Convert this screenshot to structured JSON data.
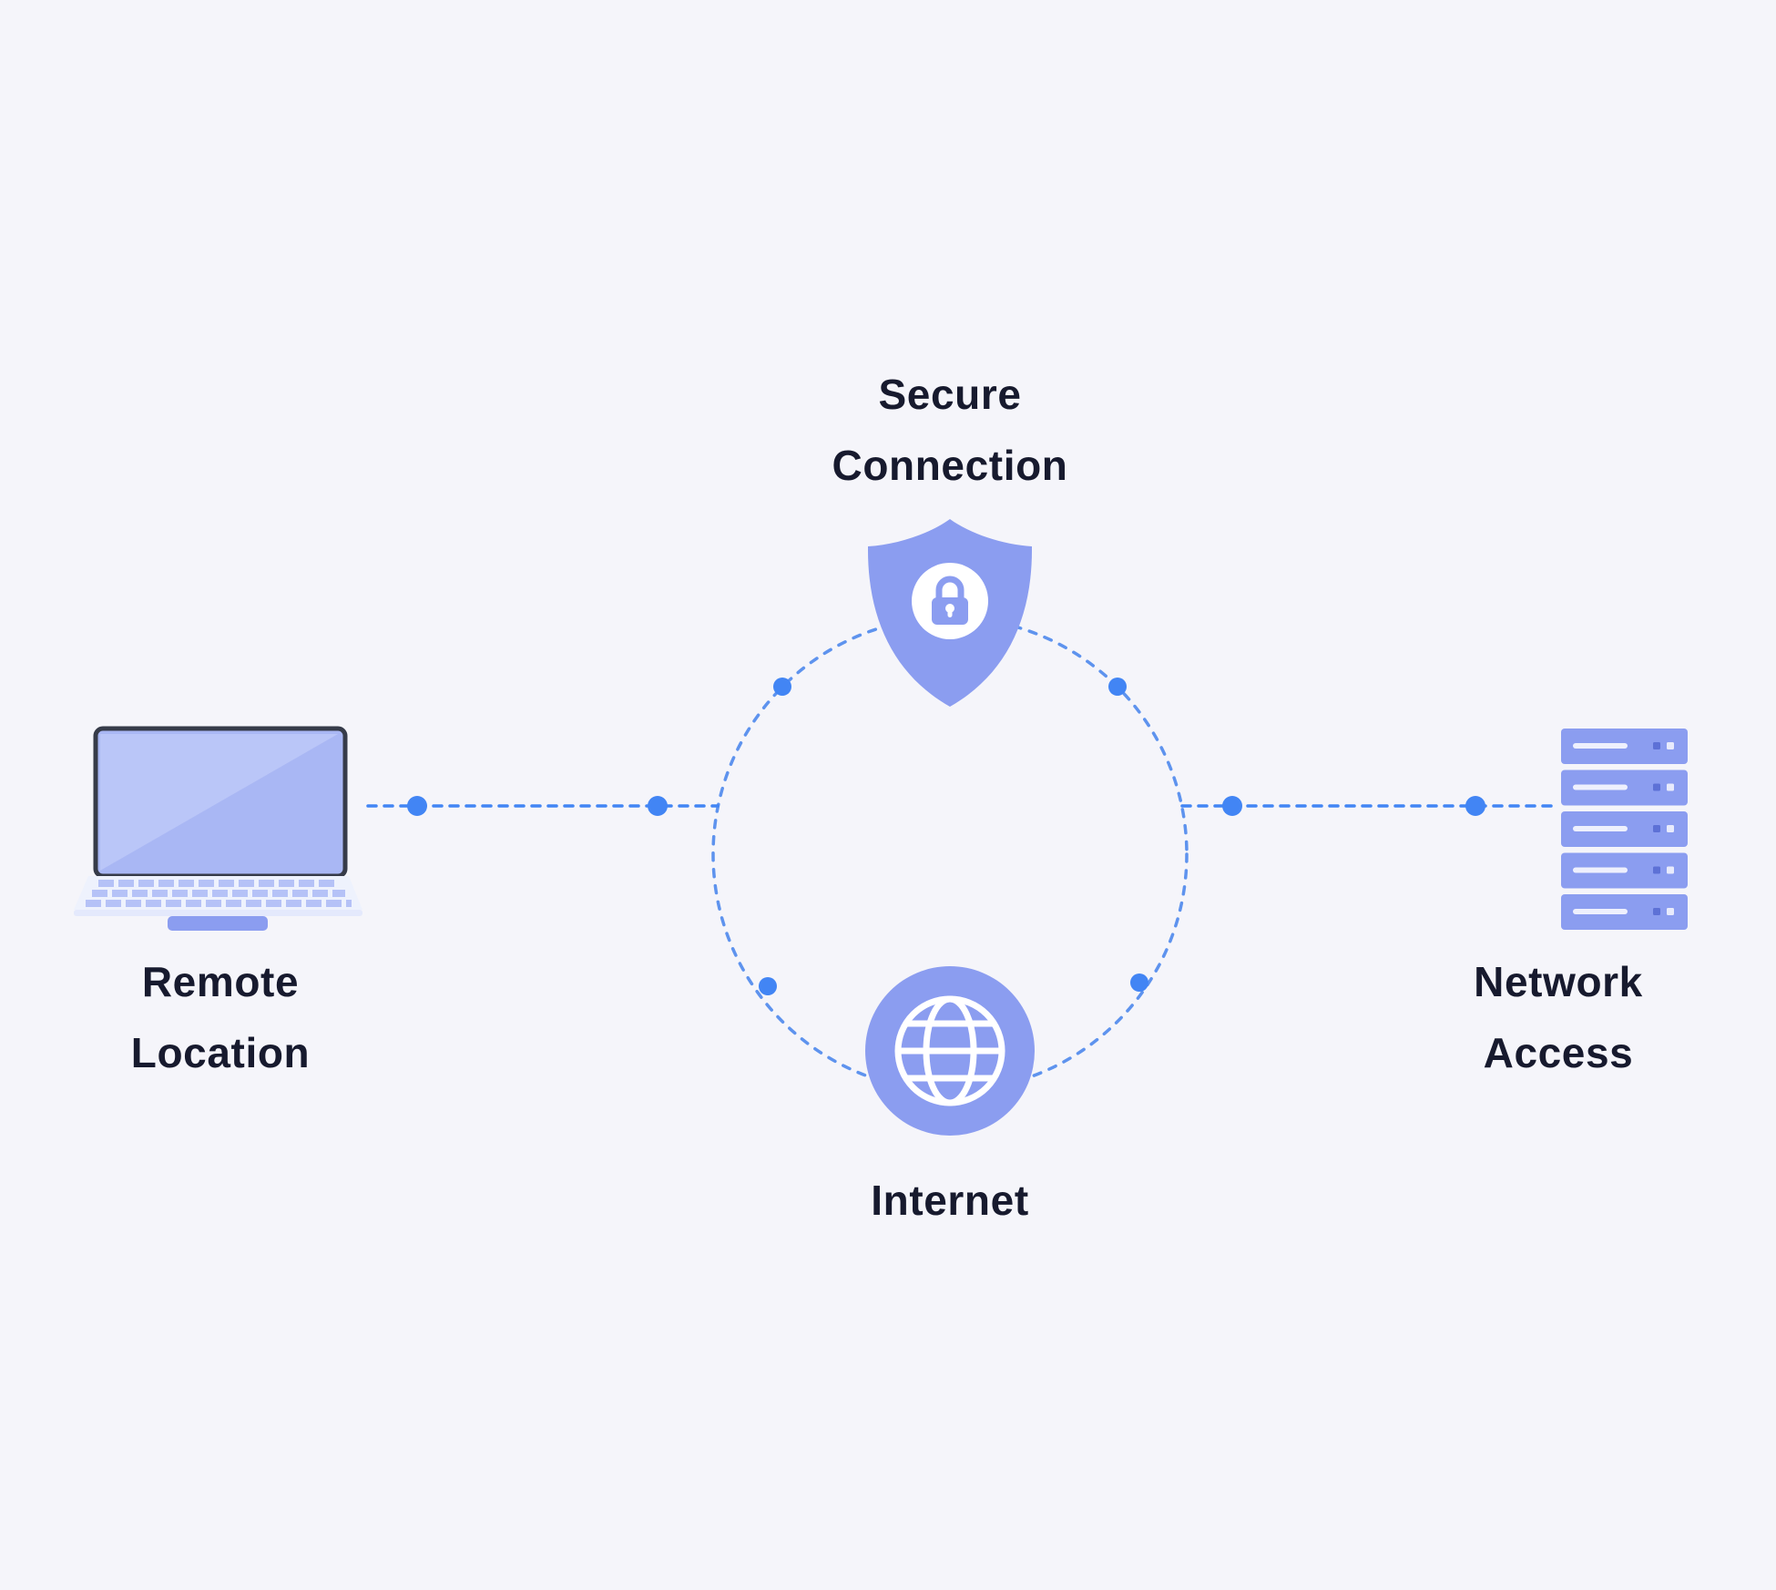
{
  "labels": {
    "secure_connection": {
      "line1": "Secure",
      "line2": "Connection"
    },
    "remote_location": {
      "line1": "Remote",
      "line2": "Location"
    },
    "network_access": {
      "line1": "Network",
      "line2": "Access"
    },
    "internet": {
      "line1": "Internet"
    }
  },
  "icons": {
    "left_node": "laptop-icon",
    "top_node": "shield-lock-icon",
    "bottom_node": "globe-icon",
    "right_node": "server-rack-icon"
  },
  "colors": {
    "background": "#f5f5fa",
    "icon_primary": "#8b9df0",
    "laptop_screen": "#a9b7f4",
    "connector": "#4285f4",
    "circle_stroke": "#5e93ee",
    "text": "#171a2e"
  }
}
